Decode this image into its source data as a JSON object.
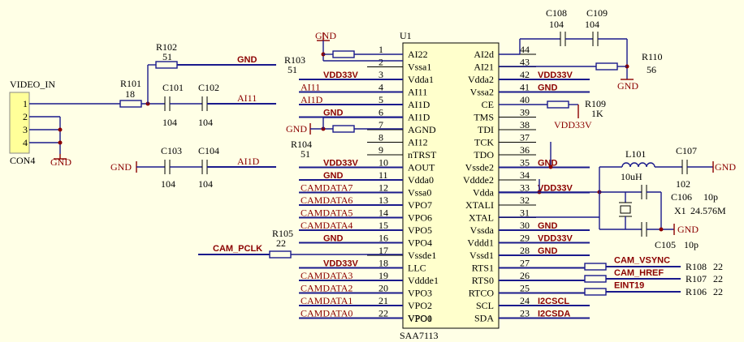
{
  "chip": {
    "ref": "U1",
    "part": "SAA7113",
    "left_pins": [
      {
        "num": "1",
        "name": "AI22",
        "net": "",
        "net_style": "none"
      },
      {
        "num": "2",
        "name": "Vssa1",
        "net": "",
        "net_style": "none"
      },
      {
        "num": "3",
        "name": "Vdda1",
        "net": "VDD33V",
        "net_style": "bold"
      },
      {
        "num": "4",
        "name": "AI11",
        "net": "AI11",
        "net_style": "red"
      },
      {
        "num": "5",
        "name": "AI1D",
        "net": "AI1D",
        "net_style": "red"
      },
      {
        "num": "6",
        "name": "AI1D",
        "net": "GND",
        "net_style": "bold"
      },
      {
        "num": "7",
        "name": "AGND",
        "net": "",
        "net_style": "none"
      },
      {
        "num": "8",
        "name": "AI12",
        "net": "",
        "net_style": "none"
      },
      {
        "num": "9",
        "name": "nTRST",
        "net": "",
        "net_style": "none"
      },
      {
        "num": "10",
        "name": "AOUT",
        "net": "VDD33V",
        "net_style": "bold"
      },
      {
        "num": "11",
        "name": "Vdda0",
        "net": "GND",
        "net_style": "bold"
      },
      {
        "num": "12",
        "name": "Vssa0",
        "net": "CAMDATA7",
        "net_style": "red"
      },
      {
        "num": "13",
        "name": "VPO7",
        "net": "CAMDATA6",
        "net_style": "red"
      },
      {
        "num": "14",
        "name": "VPO6",
        "net": "CAMDATA5",
        "net_style": "red"
      },
      {
        "num": "15",
        "name": "VPO5",
        "net": "CAMDATA4",
        "net_style": "red"
      },
      {
        "num": "16",
        "name": "VPO4",
        "net": "GND",
        "net_style": "bold"
      },
      {
        "num": "17",
        "name": "Vssde1",
        "net": "",
        "net_style": "none"
      },
      {
        "num": "18",
        "name": "LLC",
        "net": "VDD33V",
        "net_style": "bold"
      },
      {
        "num": "19",
        "name": "Vddde1",
        "net": "CAMDATA3",
        "net_style": "red"
      },
      {
        "num": "20",
        "name": "VPO3",
        "net": "CAMDATA2",
        "net_style": "red"
      },
      {
        "num": "21",
        "name": "VPO2",
        "net": "CAMDATA1",
        "net_style": "red"
      },
      {
        "num": "22",
        "name": "VPO1",
        "net": "CAMDATA0",
        "net_style": "red"
      }
    ],
    "left_bottom_name": "VPO0",
    "right_pins": [
      {
        "num": "44",
        "name": "AI2d",
        "net": "",
        "net_style": "none"
      },
      {
        "num": "43",
        "name": "AI21",
        "net": "",
        "net_style": "none"
      },
      {
        "num": "42",
        "name": "Vdda2",
        "net": "VDD33V",
        "net_style": "bold"
      },
      {
        "num": "41",
        "name": "Vssa2",
        "net": "GND",
        "net_style": "bold"
      },
      {
        "num": "40",
        "name": "CE",
        "net": "",
        "net_style": "none"
      },
      {
        "num": "39",
        "name": "TMS",
        "net": "",
        "net_style": "none"
      },
      {
        "num": "38",
        "name": "TDI",
        "net": "",
        "net_style": "none"
      },
      {
        "num": "37",
        "name": "TCK",
        "net": "",
        "net_style": "none"
      },
      {
        "num": "36",
        "name": "TDO",
        "net": "",
        "net_style": "none"
      },
      {
        "num": "35",
        "name": "Vssde2",
        "net": "GND",
        "net_style": "bold"
      },
      {
        "num": "34",
        "name": "Vddde2",
        "net": "",
        "net_style": "none"
      },
      {
        "num": "33",
        "name": "Vdda",
        "net": "VDD33V",
        "net_style": "bold"
      },
      {
        "num": "32",
        "name": "XTALI",
        "net": "",
        "net_style": "none"
      },
      {
        "num": "31",
        "name": "XTAL",
        "net": "",
        "net_style": "none"
      },
      {
        "num": "30",
        "name": "Vssda",
        "net": "GND",
        "net_style": "bold"
      },
      {
        "num": "29",
        "name": "Vddd1",
        "net": "VDD33V",
        "net_style": "bold"
      },
      {
        "num": "28",
        "name": "Vssd1",
        "net": "GND",
        "net_style": "bold"
      },
      {
        "num": "27",
        "name": "RTS1",
        "net": "CAM_VSYNC",
        "net_style": "bold"
      },
      {
        "num": "26",
        "name": "RTS0",
        "net": "CAM_HREF",
        "net_style": "bold"
      },
      {
        "num": "25",
        "name": "RTCO",
        "net": "EINT19",
        "net_style": "bold"
      },
      {
        "num": "24",
        "name": "SCL",
        "net": "I2CSCL",
        "net_style": "bold"
      },
      {
        "num": "23",
        "name": "SDA",
        "net": "I2CSDA",
        "net_style": "bold"
      }
    ]
  },
  "connector": {
    "ref": "CON4",
    "title": "VIDEO_IN",
    "pins": [
      "1",
      "2",
      "3",
      "4"
    ],
    "gnd": "GND"
  },
  "parts": {
    "r101": {
      "ref": "R101",
      "value": "18"
    },
    "r102": {
      "ref": "R102",
      "value": "51",
      "net": "GND"
    },
    "r103": {
      "ref": "R103",
      "value": "51",
      "gnd": "GND"
    },
    "r104": {
      "ref": "R104",
      "value": "51",
      "gnd": "GND"
    },
    "r105": {
      "ref": "R105",
      "value": "22",
      "net": "CAM_PCLK"
    },
    "r106": {
      "ref": "R106",
      "value": "22"
    },
    "r107": {
      "ref": "R107",
      "value": "22"
    },
    "r108": {
      "ref": "R108",
      "value": "22"
    },
    "r109": {
      "ref": "R109",
      "value": "1K",
      "net": "VDD33V"
    },
    "r110": {
      "ref": "R110",
      "value": "56",
      "gnd": "GND"
    },
    "c101": {
      "ref": "C101",
      "value": "104"
    },
    "c102": {
      "ref": "C102",
      "value": "104",
      "net": "AI11"
    },
    "c103": {
      "ref": "C103",
      "value": "104",
      "gnd": "GND"
    },
    "c104": {
      "ref": "C104",
      "value": "104",
      "net": "AI1D"
    },
    "c105": {
      "ref": "C105",
      "value": "10p"
    },
    "c106": {
      "ref": "C106",
      "value": "10p"
    },
    "c107": {
      "ref": "C107",
      "value": "102",
      "gnd": "GND"
    },
    "c108": {
      "ref": "C108",
      "value": "104"
    },
    "c109": {
      "ref": "C109",
      "value": "104"
    },
    "l101": {
      "ref": "L101",
      "value": "10uH"
    },
    "x1": {
      "ref": "X1",
      "value": "24.576M"
    },
    "gnd_xtal": "GND"
  },
  "colors": {
    "background": "#ffffe6",
    "wire": "#1a1a8c",
    "net_label": "#8b0000",
    "chip_fill": "#ffffcc",
    "connector_fill": "#ffff99"
  }
}
